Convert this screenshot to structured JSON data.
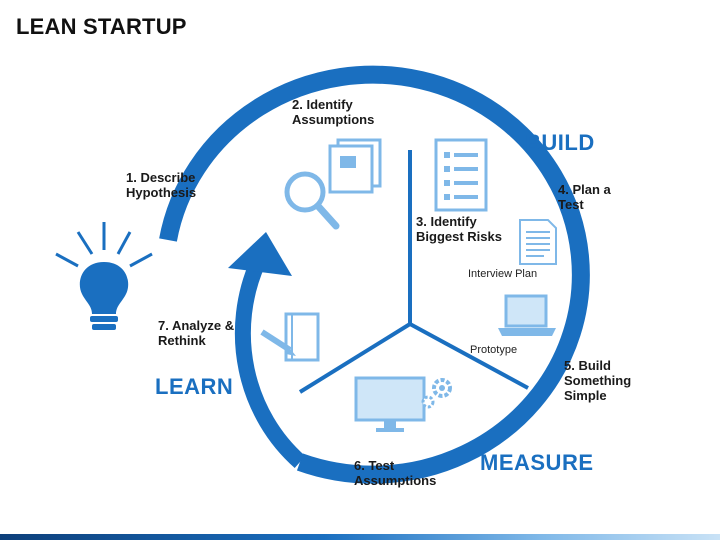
{
  "title": "LEAN STARTUP",
  "phases": {
    "build": "BUILD",
    "measure": "MEASURE",
    "learn": "LEARN"
  },
  "steps": [
    {
      "line1": "1. Describe",
      "line2": "Hypothesis"
    },
    {
      "line1": "2. Identify",
      "line2": "Assumptions"
    },
    {
      "line1": "3. Identify",
      "line2": "Biggest Risks"
    },
    {
      "line1": "4. Plan a",
      "line2": "Test"
    },
    {
      "line1": "5. Build",
      "line2": "Something",
      "line3": "Simple"
    },
    {
      "line1": "6. Test",
      "line2": "Assumptions"
    },
    {
      "line1": "7. Analyze &",
      "line2": "Rethink"
    }
  ],
  "captions": {
    "interview_plan": "Interview Plan",
    "prototype": "Prototype"
  },
  "colors": {
    "primary_blue": "#1a6fc0",
    "light_blue": "#7fb8e8",
    "pale_blue": "#cfe6f8"
  }
}
